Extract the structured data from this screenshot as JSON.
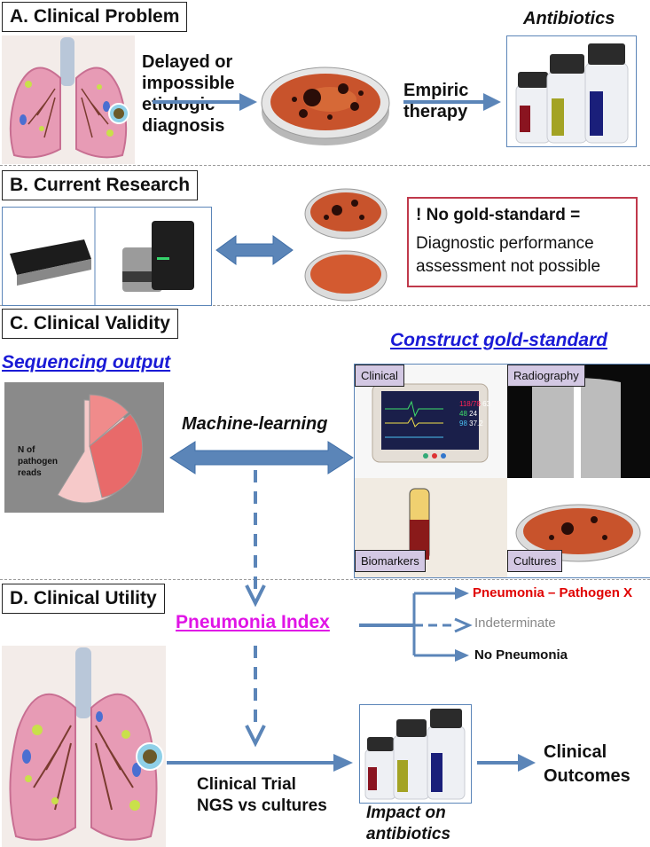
{
  "sections": {
    "a": {
      "label": "A. Clinical Problem"
    },
    "b": {
      "label": "B. Current Research"
    },
    "c": {
      "label": "C. Clinical Validity"
    },
    "d": {
      "label": "D. Clinical Utility"
    }
  },
  "a": {
    "delayed_text": [
      "Delayed or",
      "impossible",
      "etiologic",
      "diagnosis"
    ],
    "empiric_text": [
      "Empiric",
      "therapy"
    ],
    "antibiotics_title": "Antibiotics"
  },
  "b": {
    "warning_title": "! No gold-standard =",
    "warning_body": [
      "Diagnostic performance",
      "assessment not possible"
    ]
  },
  "c": {
    "sequencing_output": "Sequencing output",
    "pie_label": [
      "N of",
      "pathogen",
      "reads"
    ],
    "machine_learning": "Machine-learning",
    "construct_gold": "Construct gold-standard",
    "tiles": {
      "clinical": "Clinical",
      "radiography": "Radiography",
      "biomarkers": "Biomarkers",
      "cultures": "Cultures"
    },
    "monitor_values": [
      "118/78",
      "63",
      "48",
      "24",
      "98",
      "37.2"
    ]
  },
  "d": {
    "pneumonia_index": "Pneumonia Index",
    "outcome_pos": "Pneumonia – Pathogen X",
    "outcome_indet": "Indeterminate",
    "outcome_neg": "No Pneumonia",
    "trial_text": [
      "Clinical Trial",
      "NGS vs cultures"
    ],
    "impact_text": [
      "Impact on",
      "antibiotics"
    ],
    "outcomes_text": [
      "Clinical",
      "Outcomes"
    ]
  },
  "colors": {
    "arrow_blue": "#5b85b8",
    "pneumonia_magenta": "#e014e6",
    "outcome_red": "#e00000",
    "warning_border": "#c0394b",
    "tag_purple": "#d3c8e3"
  }
}
